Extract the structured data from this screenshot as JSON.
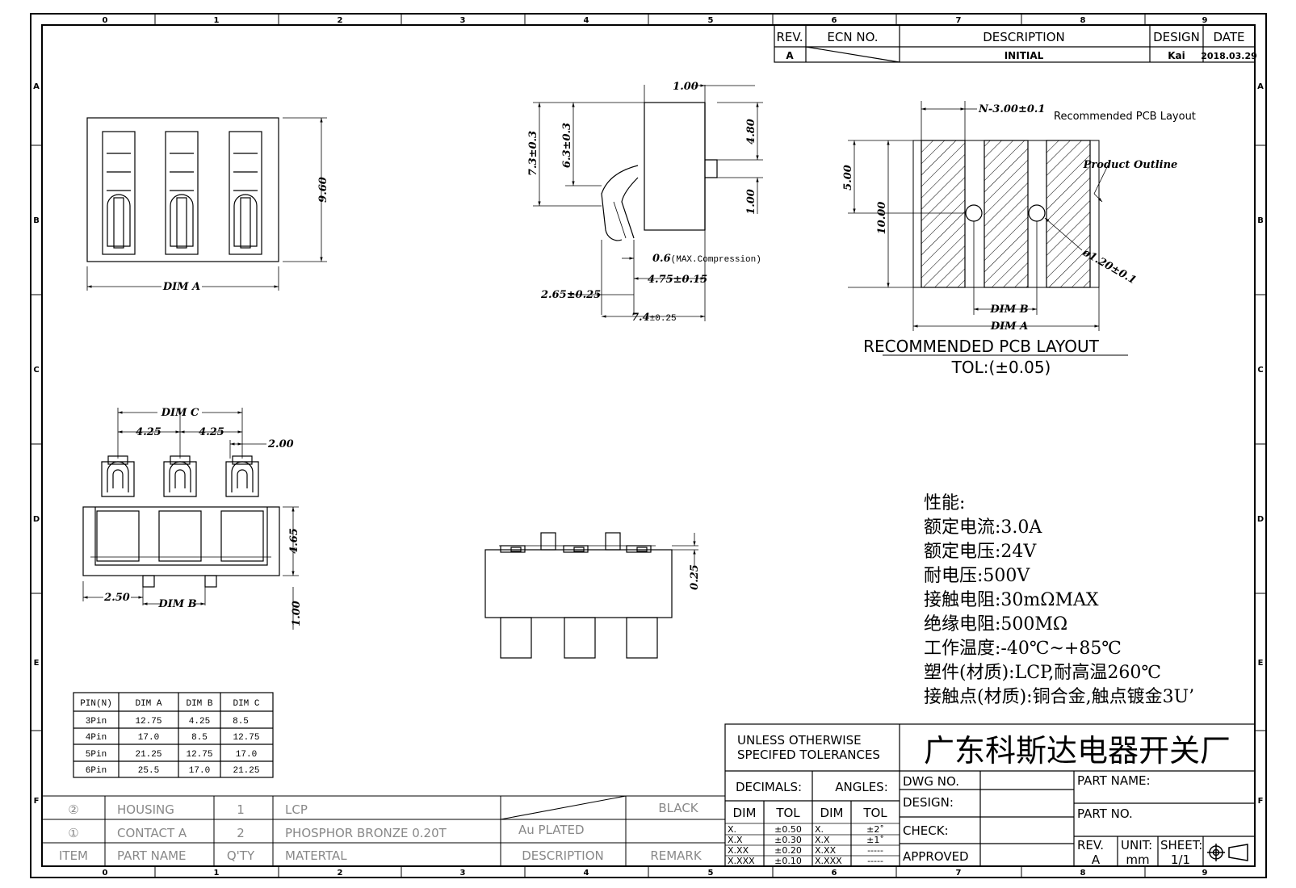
{
  "border": {
    "columns": [
      "0",
      "1",
      "2",
      "3",
      "4",
      "5",
      "6",
      "7",
      "8",
      "9"
    ],
    "rows": [
      "A",
      "B",
      "C",
      "D",
      "E",
      "F"
    ]
  },
  "revision_block": {
    "headers": {
      "rev": "REV.",
      "ecn": "ECN NO.",
      "description": "DESCRIPTION",
      "design": "DESIGN",
      "date": "DATE"
    },
    "row": {
      "rev": "A",
      "description": "INITIAL",
      "design": "Kai",
      "date": "2018.03.29"
    }
  },
  "top_view": {
    "dim_a": "DIM A",
    "height": "9.60"
  },
  "side_view": {
    "top_dim": "1.00",
    "h1": "7.3±0.3",
    "h2": "6.3±0.3",
    "h3": "4.80",
    "h4": "1.00",
    "compression": "0.6",
    "compression_note": "(MAX.Compression)",
    "d1": "4.75±0.15",
    "d2": "2.65±0.25",
    "overall": "7.4",
    "overall_tol": "±0.25"
  },
  "pcb_layout": {
    "n_dim": "N-3.00±0.1",
    "caption": "Recommended PCB Layout",
    "product_outline": "Product Outline",
    "h_small": "5.00",
    "h_big": "10.00",
    "hole": "ø1.20±0.1",
    "dim_b": "DIM B",
    "dim_a": "DIM A",
    "title": "RECOMMENDED PCB LAYOUT",
    "tolerance": "TOL:(±0.05)"
  },
  "front_view": {
    "dim_c": "DIM C",
    "p1": "4.25",
    "p2": "4.25",
    "w": "2.00",
    "h": "4.65",
    "left": "2.50",
    "dim_b": "DIM B",
    "bottom": "1.00"
  },
  "bottom_view": {
    "thick": "0.25"
  },
  "specs": [
    "性能:",
    "额定电流:3.0A",
    "额定电压:24V",
    "耐电压:500V",
    "接触电阻:30mΩMAX",
    "绝缘电阻:500MΩ",
    "工作温度:-40℃~+85℃",
    "塑件(材质):LCP,耐高温260℃",
    "接触点(材质):铜合金,触点镀金3U’"
  ],
  "pin_table": {
    "headers": [
      "PIN(N)",
      "DIM A",
      "DIM B",
      "DIM C"
    ],
    "rows": [
      [
        "3Pin",
        "12.75",
        "4.25",
        "8.5"
      ],
      [
        "4Pin",
        "17.0",
        "8.5",
        "12.75"
      ],
      [
        "5Pin",
        "21.25",
        "12.75",
        "17.0"
      ],
      [
        "6Pin",
        "25.5",
        "17.0",
        "21.25"
      ]
    ]
  },
  "bom": {
    "rows": [
      {
        "item": "②",
        "part": "HOUSING",
        "qty": "1",
        "material": "LCP",
        "description": "",
        "remark": "BLACK"
      },
      {
        "item": "①",
        "part": "CONTACT A",
        "qty": "2",
        "material": "PHOSPHOR BRONZE 0.20T",
        "description": "Au PLATED",
        "remark": ""
      }
    ],
    "headers": {
      "item": "ITEM",
      "part": "PART NAME",
      "qty": "Q'TY",
      "material": "MATERTAL",
      "description": "DESCRIPTION",
      "remark": "REMARK"
    }
  },
  "title_block": {
    "tol_title_1": "UNLESS OTHERWISE",
    "tol_title_2": "SPECIFED TOLERANCES",
    "decimals": "DECIMALS:",
    "angles": "ANGLES:",
    "dim": "DIM",
    "tol": "TOL",
    "decimal_rows": [
      [
        "X.",
        "±0.50"
      ],
      [
        "X.X",
        "±0.30"
      ],
      [
        "X.XX",
        "±0.20"
      ],
      [
        "X.XXX",
        "±0.10"
      ]
    ],
    "angle_rows": [
      [
        "X.",
        "±2˚"
      ],
      [
        "X.X",
        "±1˚"
      ],
      [
        "X.XX",
        "-----"
      ],
      [
        "X.XXX",
        "-----"
      ]
    ],
    "company": "广东科斯达电器开关厂",
    "dwg_no": "DWG NO.",
    "design": "DESIGN:",
    "check": "CHECK:",
    "approved": "APPROVED",
    "part_name": "PART NAME:",
    "part_no": "PART NO.",
    "rev_label": "REV.",
    "rev": "A",
    "unit_label": "UNIT:",
    "unit": "mm",
    "sheet_label": "SHEET:",
    "sheet": "1/1"
  }
}
